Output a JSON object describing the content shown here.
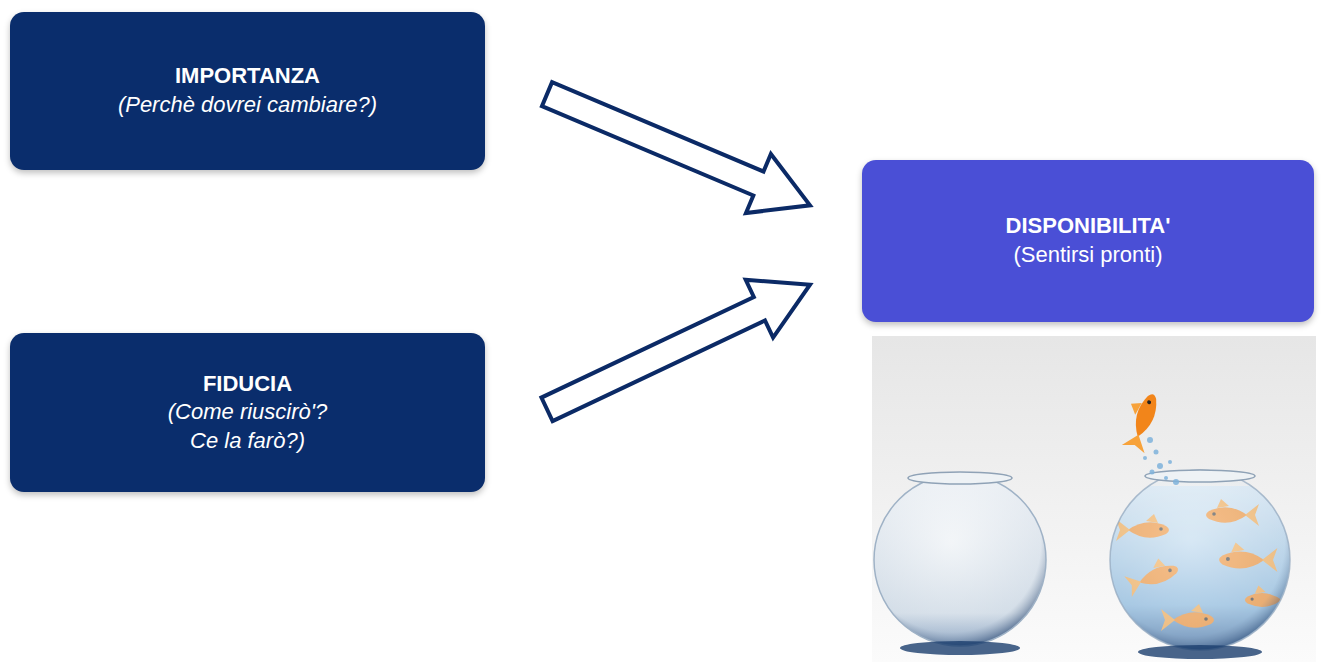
{
  "diagram": {
    "nodes": [
      {
        "text": [
          "IMPORTANZA",
          "(Perchè dovrei cambiare?)"
        ]
      },
      {
        "text": [
          "FIDUCIA",
          "(Come riuscirò'? Ce la farò?)"
        ]
      },
      {
        "text": [
          "DISPONIBILITA'",
          "(Sentirsi pronti)"
        ]
      }
    ],
    "edges": [
      {
        "from": 0,
        "to": 2,
        "arrow": "to"
      },
      {
        "from": 1,
        "to": 2,
        "arrow": "to"
      }
    ]
  }
}
